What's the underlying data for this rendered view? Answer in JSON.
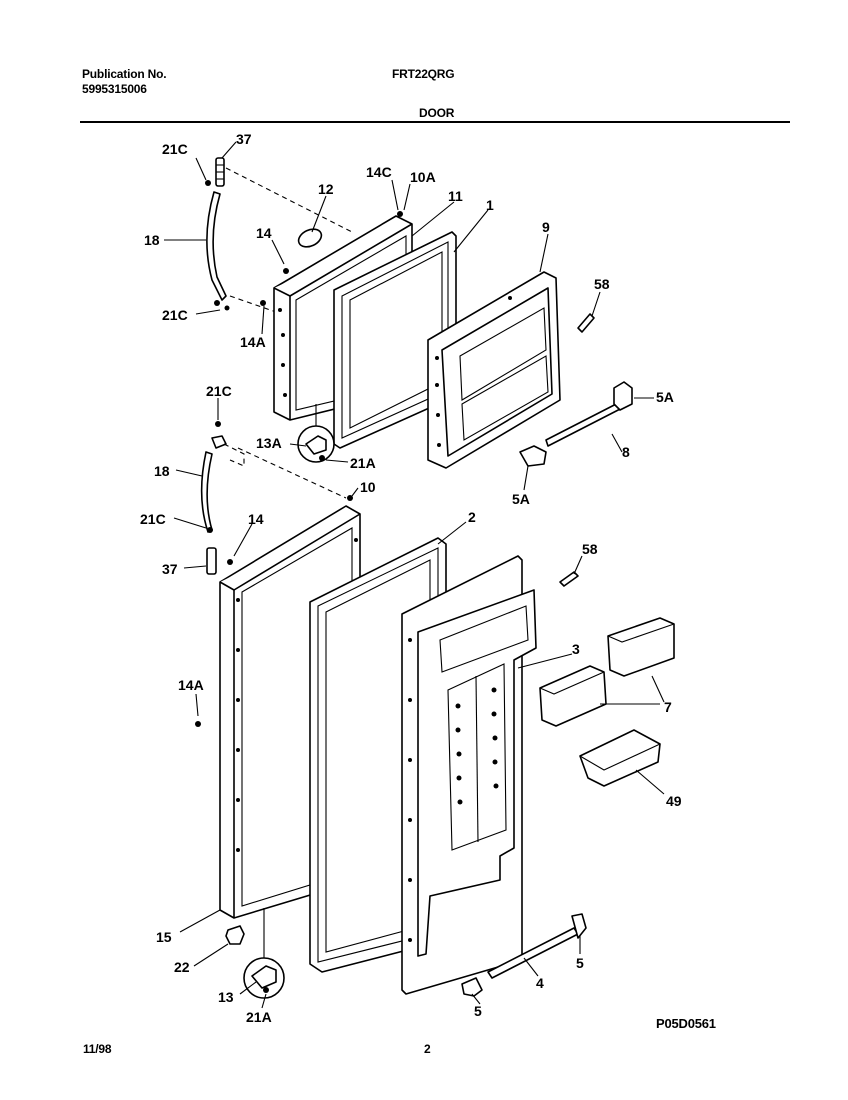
{
  "header": {
    "publication_label": "Publication No.",
    "publication_number": "5995315006",
    "model": "FRT22QRG",
    "section_title": "DOOR"
  },
  "footer": {
    "date": "11/98",
    "page_number": "2",
    "diagram_code": "P05D0561"
  },
  "callouts": {
    "c21c_top": "21C",
    "c37_top": "37",
    "c12": "12",
    "c14c": "14C",
    "c10a": "10A",
    "c11": "11",
    "c1": "1",
    "c9": "9",
    "c18_top": "18",
    "c14_top": "14",
    "c58_top": "58",
    "c21c_mid1": "21C",
    "c14a_top": "14A",
    "c5a_right": "5A",
    "c21c_mid2": "21C",
    "c13a": "13A",
    "c21a_top": "21A",
    "c8": "8",
    "c18_bottom": "18",
    "c10": "10",
    "c5a_left": "5A",
    "c21c_low": "21C",
    "c14_bottom": "14",
    "c2": "2",
    "c58_bottom": "58",
    "c37_bottom": "37",
    "c3": "3",
    "c14a_bottom": "14A",
    "c7": "7",
    "c49": "49",
    "c15": "15",
    "c22": "22",
    "c5_right": "5",
    "c4": "4",
    "c13": "13",
    "c21a_bottom": "21A",
    "c5_bottom": "5"
  }
}
